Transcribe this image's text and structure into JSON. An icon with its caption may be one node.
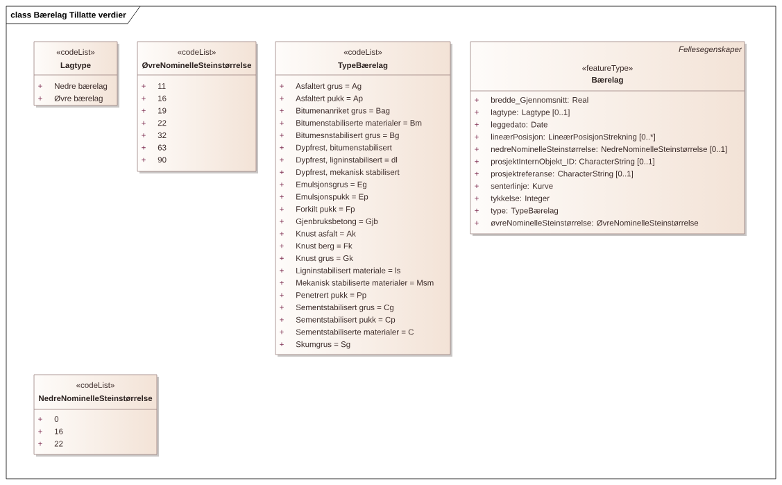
{
  "diagram": {
    "nodes": [
      {
        "text": [
          "class Bærelag Tillatte verdier"
        ]
      },
      {
        "text": [
          "«codeList»",
          "Lagtype",
          "+",
          "Nedre bærelag",
          "+",
          "Øvre bærelag"
        ],
        "in": 0
      },
      {
        "text": [
          "«codeList»",
          "ØvreNominelleSteinstørrelse",
          "+",
          "11",
          "+",
          "16",
          "+",
          "19",
          "+",
          "22",
          "+",
          "32",
          "+",
          "63",
          "+",
          "90"
        ],
        "in": 0
      },
      {
        "text": [
          "«codeList»",
          "TypeBærelag",
          "+",
          "Asfaltert grus = Ag",
          "+",
          "Asfaltert pukk = Ap",
          "+",
          "Bitumenanriket grus = Bag",
          "+",
          "Bitumenstabiliserte materialer = Bm",
          "+",
          "Bitumesnstabilisert grus = Bg",
          "+",
          "Dypfrest, bitumenstabilisert",
          "+",
          "Dypfrest, ligninstabilisert = dl",
          "+",
          "Dypfrest, mekanisk stabilisert",
          "+",
          "Emulsjonsgrus = Eg",
          "+",
          "Emulsjonspukk = Ep",
          "+",
          "Forkilt pukk = Fp",
          "+",
          "Gjenbruksbetong = Gjb",
          "+",
          "Knust asfalt = Ak",
          "+",
          "Knust berg = Fk",
          "+",
          "Knust grus = Gk",
          "+",
          "Ligninstabilisert materiale = ls",
          "+",
          "Mekanisk stabiliserte materialer = Msm",
          "+",
          "Penetrert pukk = Pp",
          "+",
          "Sementstabilisert grus = Cg",
          "+",
          "Sementstabilisert pukk = Cp",
          "+",
          "Sementstabiliserte materialer = C",
          "+",
          "Skumgrus = Sg"
        ],
        "in": 0
      },
      {
        "text": [
          "Fellesegenskaper",
          "«featureType»",
          "Bærelag",
          "+",
          "bredde_Gjennomsnitt: Real",
          "+",
          "lagtype: Lagtype [0..1]",
          "+",
          "leggedato: Date",
          "+",
          "lineærPosisjon: LineærPosisjonStrekning [0..*]",
          "+",
          "nedreNominelleSteinstørrelse: NedreNominelleSteinstørrelse [0..1]",
          "+",
          "prosjektInternObjekt_ID: CharacterString [0..1]",
          "+",
          "prosjektreferanse: CharacterString [0..1]",
          "+",
          "senterlinje: Kurve",
          "+",
          "tykkelse: Integer",
          "+",
          "type: TypeBærelag",
          "+",
          "øvreNominelleSteinstørrelse: ØvreNominelleSteinstørrelse"
        ],
        "in": 0
      },
      {
        "text": [
          "«codeList»",
          "NedreNominelleSteinstørrelse",
          "+",
          "0",
          "+",
          "16",
          "+",
          "22"
        ],
        "in": 0
      }
    ]
  }
}
